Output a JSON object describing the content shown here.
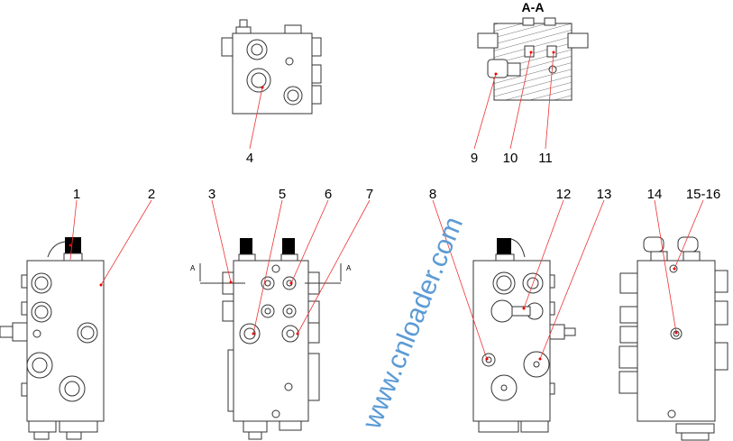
{
  "section_label": "A-A",
  "section_marks": [
    "A",
    "A"
  ],
  "callouts": {
    "c1": "1",
    "c2": "2",
    "c3": "3",
    "c4": "4",
    "c5": "5",
    "c6": "6",
    "c7": "7",
    "c8": "8",
    "c9": "9",
    "c10": "10",
    "c11": "11",
    "c12": "12",
    "c13": "13",
    "c14": "14",
    "c15_16": "15-16"
  },
  "watermark": "www.cnloader.com",
  "colors": {
    "leader": "#ee3333",
    "watermark": "#5b9bd5"
  }
}
